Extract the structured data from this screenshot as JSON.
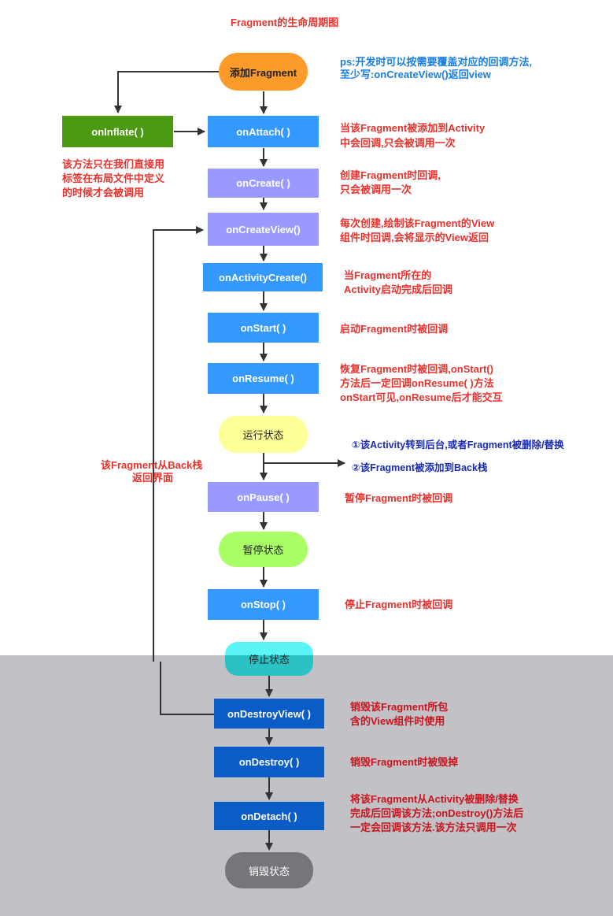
{
  "title": "Fragment的生命周期图",
  "nodes": {
    "add_fragment": "添加Fragment",
    "on_inflate": "onInflate( )",
    "on_attach": "onAttach( )",
    "on_create": "onCreate( )",
    "on_create_view": "onCreateView()",
    "on_activity_create": "onActivityCreate()",
    "on_start": "onStart( )",
    "on_resume": "onResume( )",
    "running_state": "运行状态",
    "on_pause": "onPause( )",
    "paused_state": "暂停状态",
    "on_stop": "onStop( )",
    "stopped_state": "停止状态",
    "on_destroy_view": "onDestroyView( )",
    "on_destroy": "onDestroy( )",
    "on_detach": "onDetach( )",
    "destroyed_state": "销毁状态"
  },
  "notes": {
    "ps_1": "ps:开发时可以按需要覆盖对应的回调方法,",
    "ps_2": "至少写:onCreateView()返回view",
    "inflate_1": "该方法只在我们直接用",
    "inflate_2": "标签在布局文件中定义",
    "inflate_3": "的时候才会被调用",
    "attach_1": "当该Fragment被添加到Activity",
    "attach_2": "中会回调,只会被调用一次",
    "create_1": "创建Fragment时回调,",
    "create_2": "只会被调用一次",
    "create_view_1": "每次创建,绘制该Fragment的View",
    "create_view_2": "组件时回调,会将显示的View返回",
    "activity_create_1": "当Fragment所在的",
    "activity_create_2": "Activity启动完成后回调",
    "start": "启动Fragment时被回调",
    "resume_1": "恢复Fragment时被回调,onStart()",
    "resume_2": "方法后一定回调onResume( )方法",
    "resume_3": "onStart可见,onResume后才能交互",
    "branch_1": "①该Activity转到后台,或者Fragment被删除/替换",
    "branch_2": "②该Fragment被添加到Back栈",
    "back_1": "该Fragment从Back栈",
    "back_2": "返回界面",
    "pause": "暂停Fragment时被回调",
    "stop": "停止Fragment时被回调",
    "destroy_view_1": "销毁该Fragment所包",
    "destroy_view_2": "含的View组件时使用",
    "destroy": "销毁Fragment时被毁掉",
    "detach_1": "将该Fragment从Activity被删除/替换",
    "detach_2": "完成后回调该方法;onDestroy()方法后",
    "detach_3": "一定会回调该方法.该方法只调用一次"
  },
  "colors": {
    "orange": "#fc9a2a",
    "green": "#4b9a11",
    "blue": "#3399ff",
    "lavender": "#9999ff",
    "dark_blue": "#0c5cc8",
    "yellow": "#ffff99",
    "light_green": "#aaff66",
    "cyan": "#5bf4f4",
    "grey_state": "#75757a",
    "grey_band": "#c2c1c6"
  }
}
